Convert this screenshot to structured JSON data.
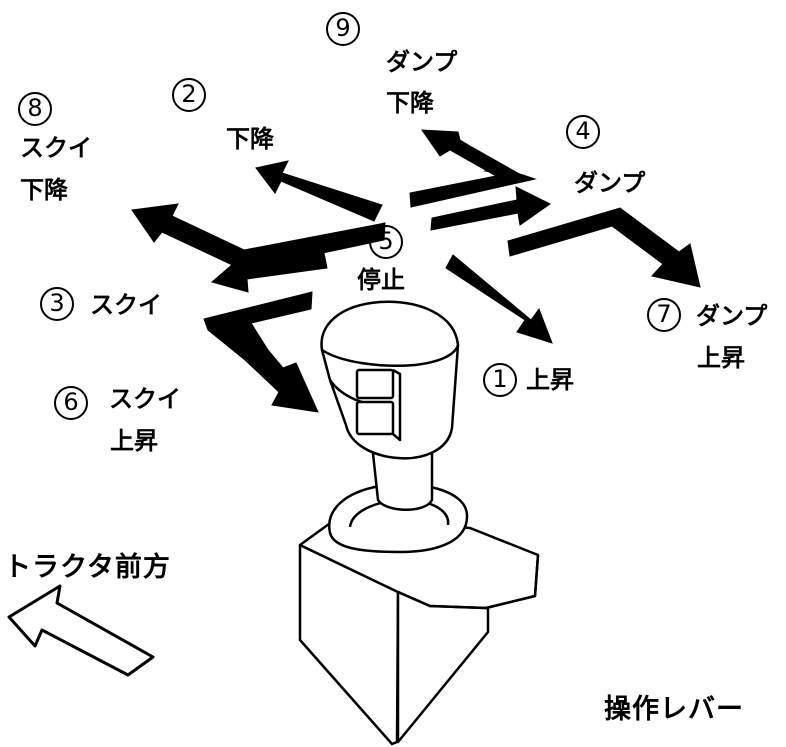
{
  "directions": [
    {
      "id": "1",
      "number": "1",
      "label_lines": [
        "上昇"
      ]
    },
    {
      "id": "2",
      "number": "2",
      "label_lines": [
        "下降"
      ]
    },
    {
      "id": "3",
      "number": "3",
      "label_lines": [
        "スクイ"
      ]
    },
    {
      "id": "4",
      "number": "4",
      "label_lines": [
        "ダンプ"
      ]
    },
    {
      "id": "5",
      "number": "5",
      "label_lines": [
        "停止"
      ]
    },
    {
      "id": "6",
      "number": "6",
      "label_lines": [
        "スクイ",
        "上昇"
      ]
    },
    {
      "id": "7",
      "number": "7",
      "label_lines": [
        "ダンプ",
        "上昇"
      ]
    },
    {
      "id": "8",
      "number": "8",
      "label_lines": [
        "スクイ",
        "下降"
      ]
    },
    {
      "id": "9",
      "number": "9",
      "label_lines": [
        "ダンプ",
        "下降"
      ]
    }
  ],
  "front_label": "トラクタ前方",
  "lever_label": "操作レバー",
  "colors": {
    "ink": "#000000",
    "paper": "#ffffff"
  }
}
